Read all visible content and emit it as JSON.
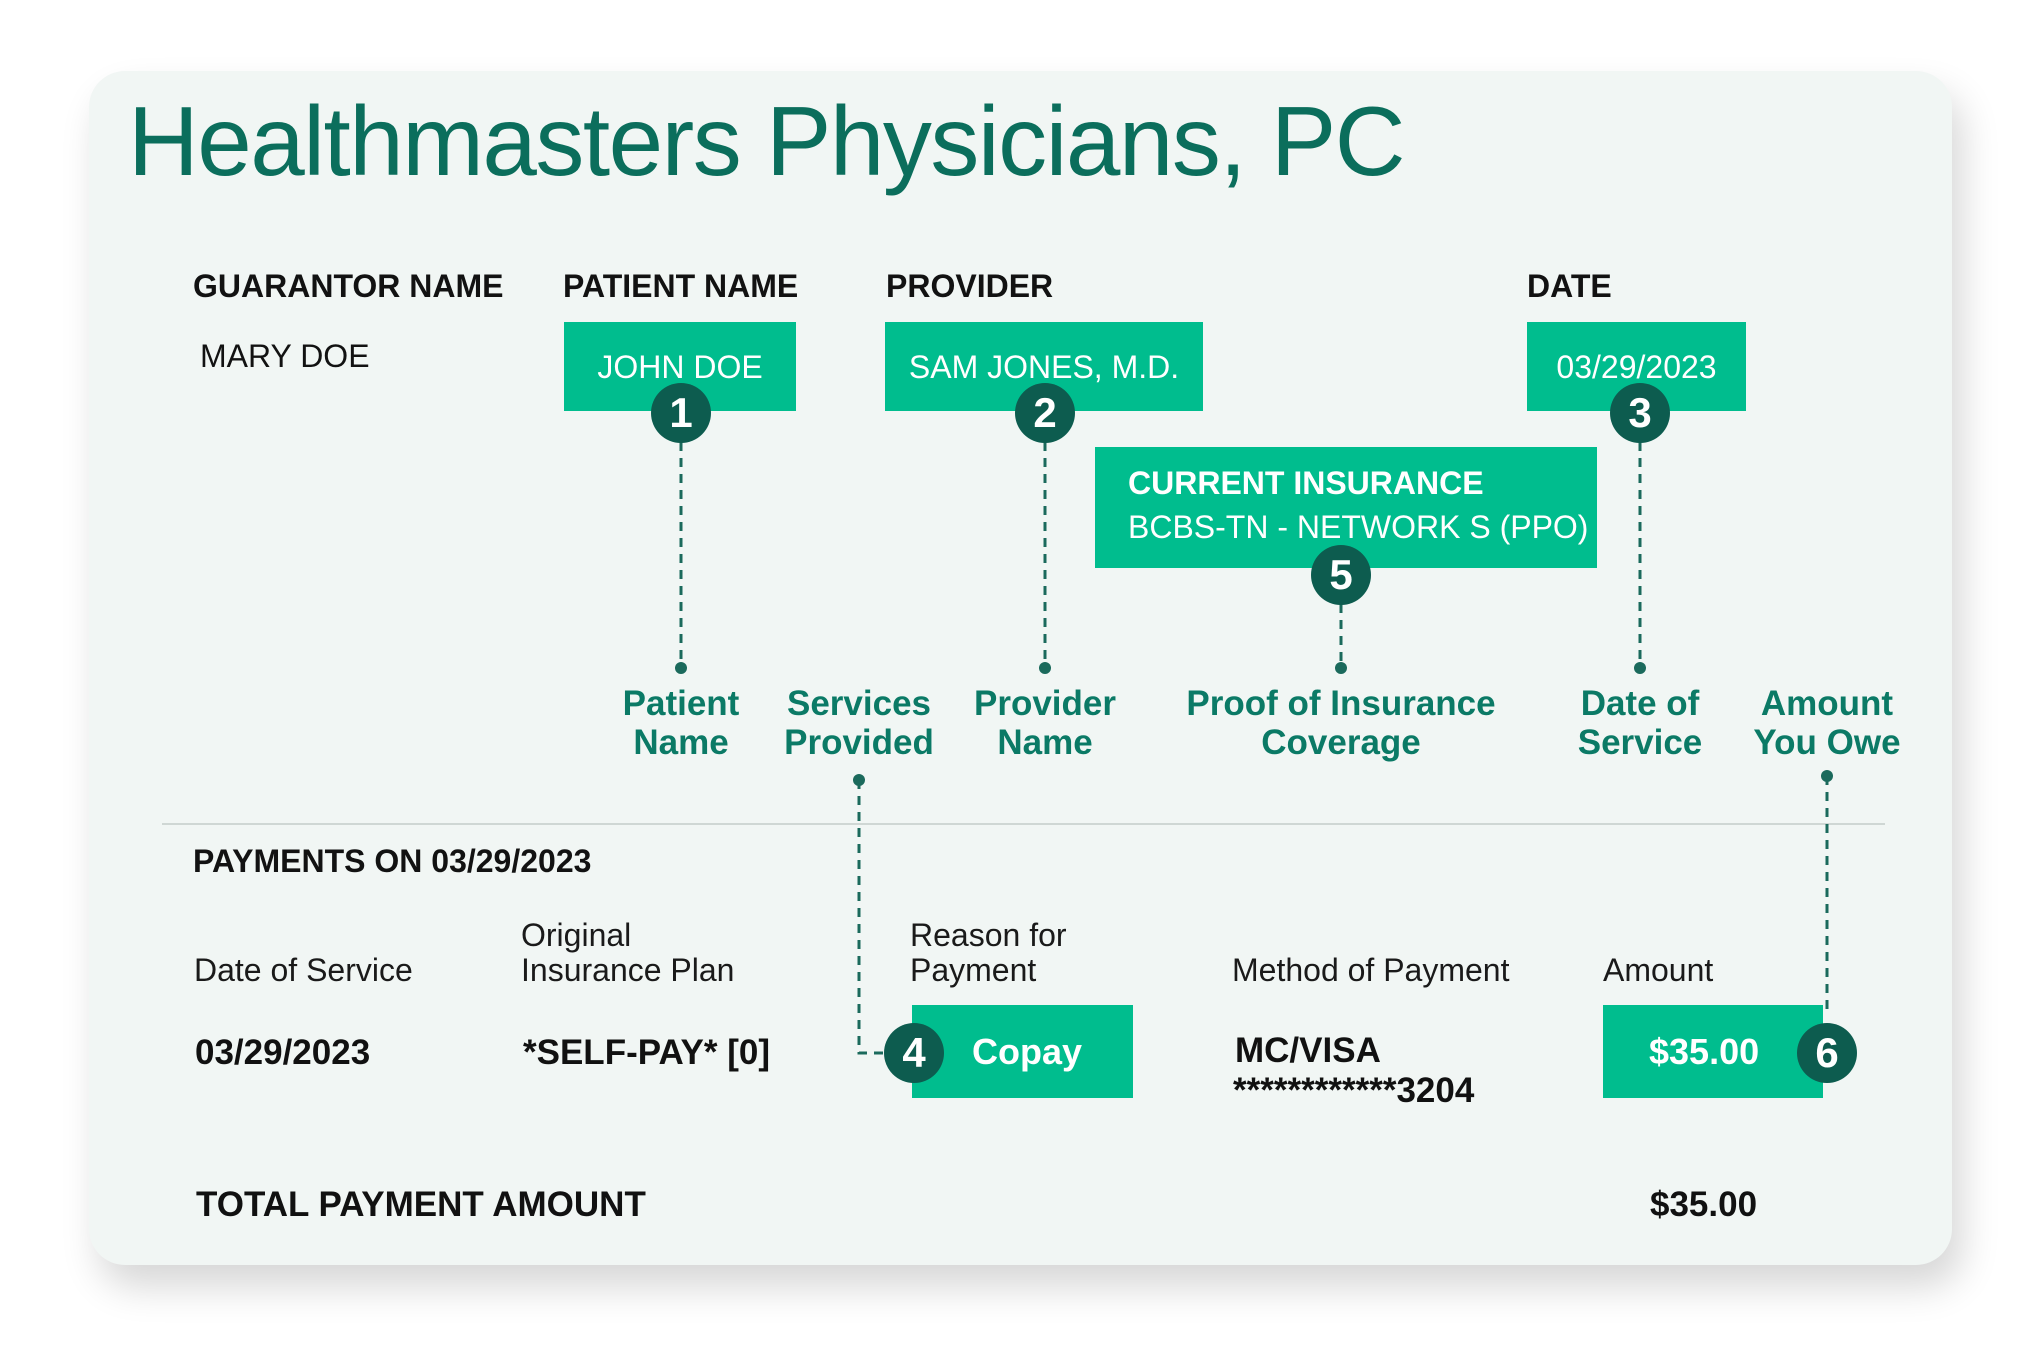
{
  "header": {
    "title": "Healthmasters Physicians, PC"
  },
  "account": {
    "guarantor_label": "GUARANTOR NAME",
    "guarantor_value": "MARY DOE",
    "patient_label": "PATIENT NAME",
    "patient_value": "JOHN DOE",
    "provider_label": "PROVIDER",
    "provider_value": "SAM JONES, M.D.",
    "date_label": "DATE",
    "date_value": "03/29/2023",
    "insurance_label": "CURRENT INSURANCE",
    "insurance_value": "BCBS-TN - NETWORK S (PPO)"
  },
  "badges": [
    "1",
    "2",
    "3",
    "4",
    "5",
    "6"
  ],
  "callouts": {
    "patient_name": [
      "Patient",
      "Name"
    ],
    "services_provided": [
      "Services",
      "Provided"
    ],
    "provider_name": [
      "Provider",
      "Name"
    ],
    "proof_of_insurance": [
      "Proof of Insurance",
      "Coverage"
    ],
    "date_of_service": [
      "Date of",
      "Service"
    ],
    "amount_you_owe": [
      "Amount",
      "You Owe"
    ]
  },
  "payments": {
    "heading": "PAYMENTS ON 03/29/2023",
    "columns": {
      "date_of_service": [
        "Date of Service"
      ],
      "original_plan": [
        "Original",
        "Insurance Plan"
      ],
      "reason": [
        "Reason for",
        "Payment"
      ],
      "method": [
        "Method of Payment"
      ],
      "amount": [
        "Amount"
      ]
    },
    "row": {
      "date_of_service": "03/29/2023",
      "original_plan": "*SELF-PAY* [0]",
      "reason": "Copay",
      "method_line1": "MC/VISA",
      "method_line2": "************3204",
      "amount": "$35.00"
    },
    "total_label": "TOTAL PAYMENT AMOUNT",
    "total_value": "$35.00"
  },
  "colors": {
    "title_green": "#0b6e5c",
    "box_green": "#00bd8e",
    "badge_dark": "#0d5c4f",
    "callout_green": "#0b7a66",
    "card_bg": "#f1f6f4"
  }
}
